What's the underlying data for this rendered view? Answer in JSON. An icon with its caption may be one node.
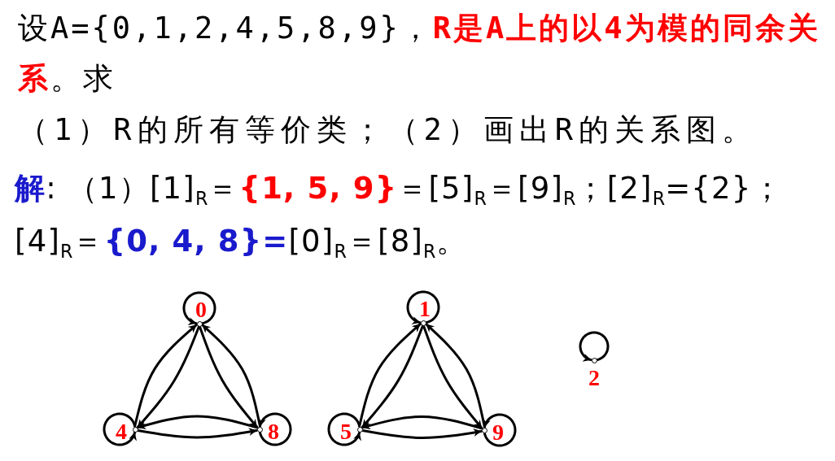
{
  "diagram": {
    "nodes": [
      {
        "text": [],
        "shape": "circle",
        "beside": [
          "0"
        ]
      },
      {
        "text": [],
        "shape": "circle",
        "beside": [
          "4"
        ]
      },
      {
        "text": [],
        "shape": "circle",
        "beside": [
          "8"
        ]
      },
      {
        "text": [],
        "shape": "circle",
        "beside": [
          "1"
        ]
      },
      {
        "text": [],
        "shape": "circle",
        "beside": [
          "5"
        ]
      },
      {
        "text": [],
        "shape": "circle",
        "beside": [
          "9"
        ]
      },
      {
        "text": [],
        "shape": "circle",
        "beside": [
          "2"
        ]
      }
    ],
    "edges": [
      {
        "from": 1,
        "to": 0,
        "arrow": "to"
      },
      {
        "from": 0,
        "to": 1,
        "arrow": "to"
      },
      {
        "from": 2,
        "to": 0,
        "arrow": "to"
      },
      {
        "from": 0,
        "to": 2,
        "arrow": "to"
      },
      {
        "from": 2,
        "to": 1,
        "arrow": "to"
      },
      {
        "from": 1,
        "to": 2,
        "arrow": "to"
      },
      {
        "from": 0,
        "to": 0,
        "arrow": "to"
      },
      {
        "from": 1,
        "to": 1,
        "arrow": "to"
      },
      {
        "from": 2,
        "to": 2,
        "arrow": "to"
      },
      {
        "from": 4,
        "to": 3,
        "arrow": "to"
      },
      {
        "from": 3,
        "to": 4,
        "arrow": "to"
      },
      {
        "from": 5,
        "to": 3,
        "arrow": "to"
      },
      {
        "from": 3,
        "to": 5,
        "arrow": "to"
      },
      {
        "from": 5,
        "to": 4,
        "arrow": "to"
      },
      {
        "from": 4,
        "to": 5,
        "arrow": "to"
      },
      {
        "from": 3,
        "to": 3,
        "arrow": "to"
      },
      {
        "from": 4,
        "to": 4,
        "arrow": "to"
      },
      {
        "from": 5,
        "to": 5,
        "arrow": "to"
      },
      {
        "from": 6,
        "to": 6,
        "arrow": "to"
      }
    ],
    "labels": [
      "设A={0,1,2,4,5,8,9}，**R是A上的以4为模的同余关系**。求",
      "（1）R的所有等价类；（2）画出R的关系图。",
      "**解**: （1）[1]$_{R}$＝**{1, 5, 9}**＝[5]$_{R}$＝[9]$_{R}$；[2]$_{R}$={2}；",
      "[4]$_{R}$＝**{0, 4, 8}=**[0]$_{R}$＝[8]$_{R}$。"
    ]
  }
}
